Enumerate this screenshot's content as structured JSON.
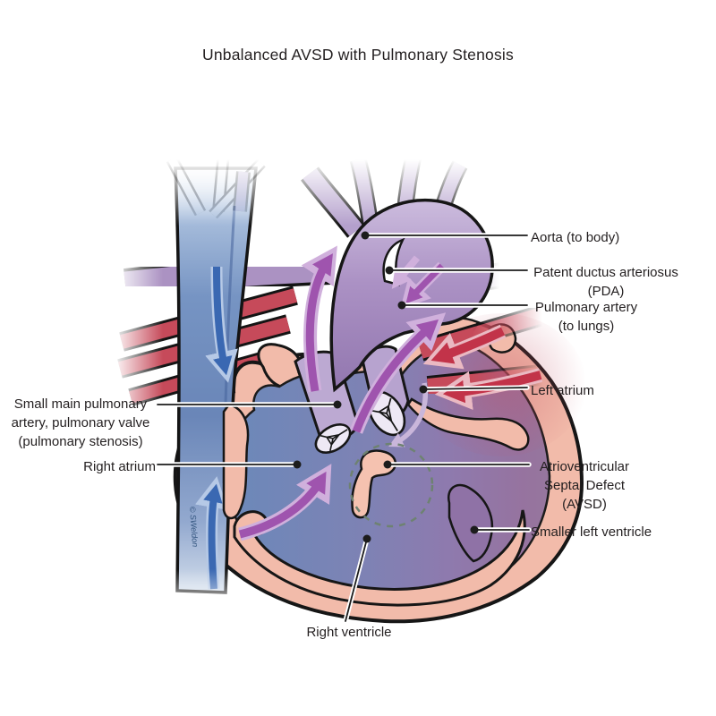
{
  "title": "Unbalanced AVSD with Pulmonary Stenosis",
  "watermark": "© SWeldon",
  "labels": {
    "aorta": "Aorta (to body)",
    "pda": "Patent ductus arteriosus\n(PDA)",
    "pulmonary_artery": "Pulmonary artery\n(to lungs)",
    "left_atrium": "Left atrium",
    "avsd": "Atrioventricular\nSeptal Defect\n(AVSD)",
    "smaller_left_ventricle": "Smaller left ventricle",
    "small_main_pa": "Small main pulmonary\nartery, pulmonary valve\n(pulmonary stenosis)",
    "right_atrium": "Right atrium",
    "right_ventricle": "Right ventricle"
  },
  "colors": {
    "oxygen_poor_blue": "#5b7db2",
    "oxygen_rich_red": "#c23349",
    "mixed_blood_purple": "#8d7fb5",
    "heart_wall_pink": "#f2bbaa",
    "aorta_purple": "#ab91c4",
    "outline_black": "#1b1b1b",
    "label_text": "#231f20",
    "avsd_circle_dash": "#6e8271"
  }
}
